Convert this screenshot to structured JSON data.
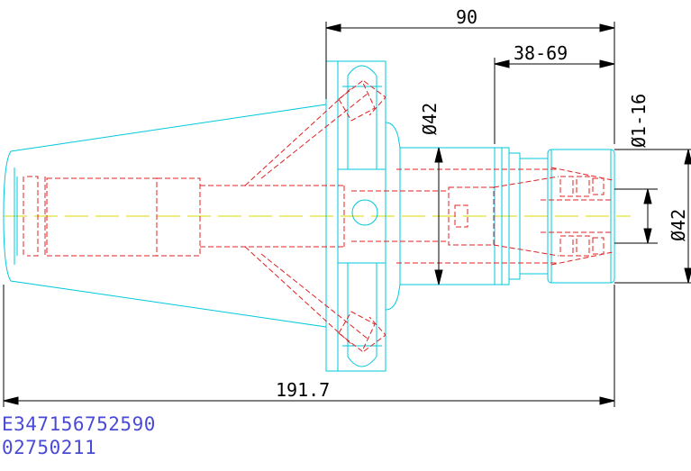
{
  "drawing": {
    "dimensions": {
      "overall_length": "191.7",
      "flange_to_nose": "90",
      "clamping_range_length": "38-69",
      "body_diameter": "Ø42",
      "clamping_diameter_range": "Ø1-16",
      "nose_diameter": "Ø42"
    },
    "colors": {
      "outline": "#00c8dc",
      "hidden": "#e02020",
      "centerline": "#d8d800",
      "dimension": "#000000",
      "code_text": "#4a4ad6"
    }
  },
  "codes": {
    "line1": "E347156752590",
    "line2": "02750211"
  }
}
